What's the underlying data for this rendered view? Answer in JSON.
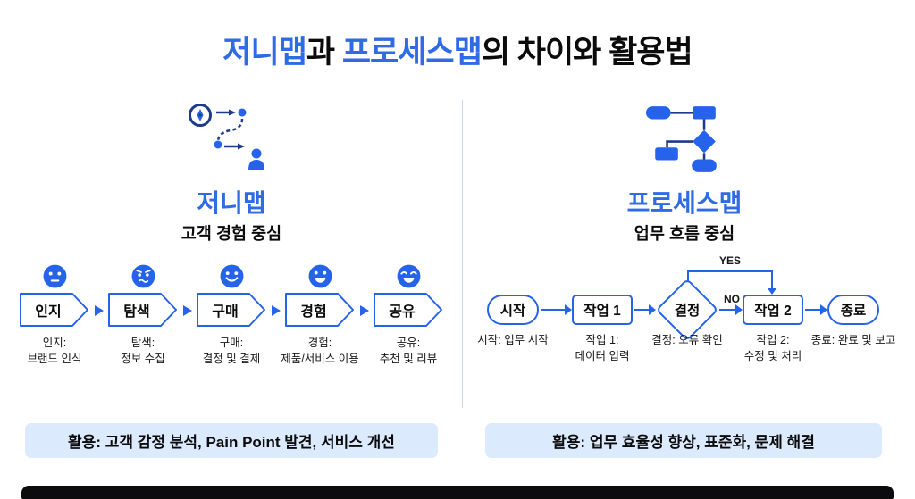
{
  "colors": {
    "accent_blue": "#2e6be4",
    "shape_blue": "#2563eb",
    "dark_navy": "#1e3a8a",
    "light_blue_bg": "#dbeafd",
    "text_dark": "#0b0b0c",
    "divider": "#c9d5e8",
    "bottom_bar": "#0c0c0e"
  },
  "title": {
    "journey": "저니맵",
    "connector": "과 ",
    "process": "프로세스맵",
    "suffix": "의 차이와 활용법"
  },
  "journey": {
    "heading": "저니맵",
    "subheading": "고객 경험 중심",
    "stages": [
      {
        "label": "인지",
        "face": "neutral-face-icon",
        "desc": "인지:\n브랜드 인식"
      },
      {
        "label": "탐색",
        "face": "confused-face-icon",
        "desc": "탐색:\n정보 수집"
      },
      {
        "label": "구매",
        "face": "smiley-face-icon",
        "desc": "구매:\n결정 및 결제"
      },
      {
        "label": "경험",
        "face": "grin-face-icon",
        "desc": "경험:\n제품/서비스 이용"
      },
      {
        "label": "공유",
        "face": "joy-face-icon",
        "desc": "공유:\n추천 및 리뷰"
      }
    ],
    "usage": "활용: 고객 감정 분석, Pain Point 발견, 서비스 개선"
  },
  "process": {
    "heading": "프로세스맵",
    "subheading": "업무 흐름 중심",
    "branch": {
      "yes": "YES",
      "no": "NO"
    },
    "nodes": [
      {
        "label": "시작",
        "shape": "stadium",
        "desc": "시작: 업무 시작"
      },
      {
        "label": "작업 1",
        "shape": "rect",
        "desc": "작업 1:\n데이터 입력"
      },
      {
        "label": "결정",
        "shape": "diamond",
        "desc": "결정: 오류 확인"
      },
      {
        "label": "작업 2",
        "shape": "rect",
        "desc": "작업 2:\n수정 및 처리"
      },
      {
        "label": "종료",
        "shape": "stadium",
        "desc": "종료: 완료 및 보고"
      }
    ],
    "usage": "활용: 업무 효율성 향상, 표준화, 문제 해결"
  },
  "icons": {
    "journey": "journey-map-icon (compass, dotted route, person)",
    "process": "process-map-icon (mini flowchart)",
    "faces": [
      "neutral-face-icon",
      "confused-face-icon",
      "smiley-face-icon",
      "grin-face-icon",
      "joy-face-icon"
    ],
    "flow_separator": "arrow-right-icon"
  }
}
